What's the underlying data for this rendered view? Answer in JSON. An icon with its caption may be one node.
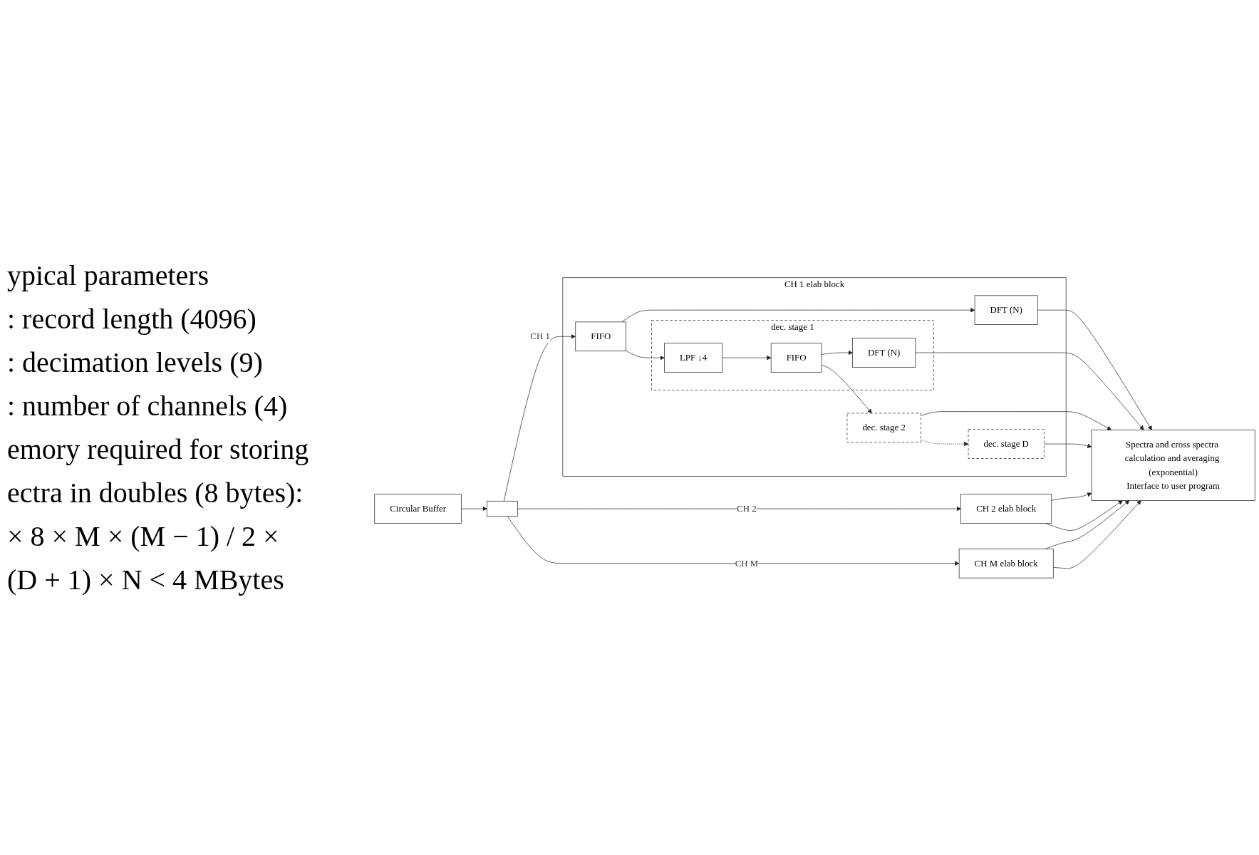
{
  "diagram": {
    "nodes": [
      {
        "text": [
          "Circular Buffer"
        ]
      },
      {
        "text": [],
        "shape": "box"
      },
      {
        "text": [
          "CH 1 elab block"
        ]
      },
      {
        "text": [
          "FIFO"
        ],
        "in": 2
      },
      {
        "text": [
          "DFT (N)"
        ],
        "in": 2
      },
      {
        "text": [
          "dec. stage 1"
        ],
        "in": 2
      },
      {
        "text": [
          "LPF ↓4"
        ],
        "in": 5
      },
      {
        "text": [
          "FIFO"
        ],
        "in": 5
      },
      {
        "text": [
          "DFT (N)"
        ],
        "in": 5
      },
      {
        "text": [
          "dec. stage 2"
        ],
        "in": 2
      },
      {
        "text": [
          "dec. stage D"
        ],
        "in": 2
      },
      {
        "text": [
          "CH 2 elab block"
        ]
      },
      {
        "text": [
          "CH M elab block"
        ]
      },
      {
        "text": [
          "Spectra and cross spectra calculation and averaging (exponential)",
          "Interface to user program"
        ]
      }
    ],
    "edges": [
      {
        "from": 0,
        "to": 1,
        "arrow": "to"
      },
      {
        "from": 1,
        "to": 3,
        "arrow": "to",
        "label": "CH 1"
      },
      {
        "from": 1,
        "to": 11,
        "arrow": "to",
        "label": "CH 2"
      },
      {
        "from": 1,
        "to": 12,
        "arrow": "to",
        "label": "CH M"
      },
      {
        "from": 3,
        "to": 4,
        "arrow": "to"
      },
      {
        "from": 3,
        "to": 6,
        "arrow": "to"
      },
      {
        "from": 6,
        "to": 7,
        "arrow": "to"
      },
      {
        "from": 7,
        "to": 8,
        "arrow": "to"
      },
      {
        "from": 7,
        "to": 9,
        "arrow": "to"
      },
      {
        "from": 9,
        "to": 10,
        "arrow": "to",
        "style": "dashed"
      },
      {
        "from": 4,
        "to": 13,
        "arrow": "to"
      },
      {
        "from": 8,
        "to": 13,
        "arrow": "to"
      },
      {
        "from": 9,
        "to": 13,
        "arrow": "to"
      },
      {
        "from": 10,
        "to": 13,
        "arrow": "to"
      },
      {
        "from": 11,
        "to": 13,
        "arrow": "to"
      },
      {
        "from": 11,
        "to": 13,
        "arrow": "to"
      },
      {
        "from": 12,
        "to": 13,
        "arrow": "to"
      },
      {
        "from": 12,
        "to": 13,
        "arrow": "to"
      }
    ],
    "labels": [
      "ypical parameters",
      ": record length (4096)",
      ": decimation levels (9)",
      ": number of channels (4)",
      "emory required for storing",
      "ectra in doubles (8 bytes):",
      "× 8 × M × (M − 1) / 2 ×",
      "(D + 1) × N < 4 MBytes"
    ]
  }
}
